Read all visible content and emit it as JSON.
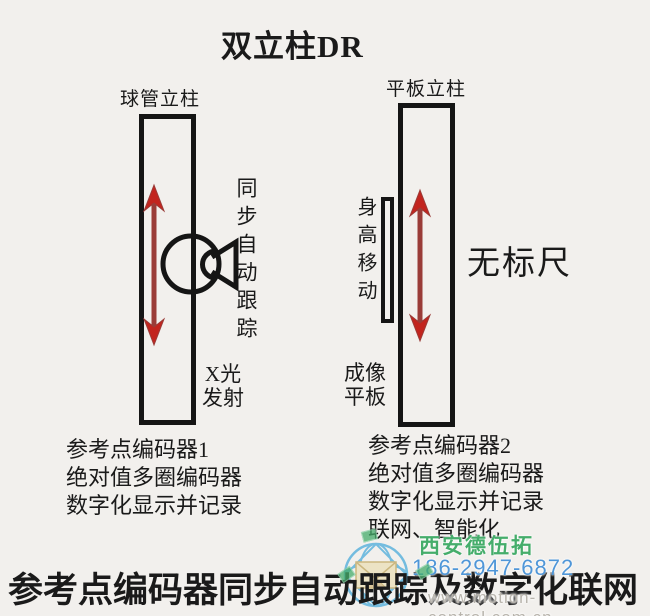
{
  "header": {
    "title": "双立柱DR"
  },
  "left_column": {
    "label": "球管立柱",
    "sync_label": "同步自动跟踪",
    "xray_lines": [
      "X光",
      "发射"
    ],
    "encoder_lines": [
      "参考点编码器1",
      "绝对值多圈编码器",
      "数字化显示并记录"
    ]
  },
  "right_column": {
    "label": "平板立柱",
    "height_label": "身高移动",
    "no_ruler_label": "无标尺",
    "panel_lines": [
      "成像",
      "平板"
    ],
    "encoder_lines": [
      "参考点编码器2",
      "绝对值多圈编码器",
      "数字化显示并记录",
      "联网、智能化"
    ]
  },
  "footer": {
    "title": "参考点编码器同步自动跟踪及数字化联网"
  },
  "watermark": {
    "company": "西安德伍拓",
    "phone": "186-2947-6872",
    "website": "www.motion-control.com.cn"
  },
  "colors": {
    "background": "#f2f0ed",
    "ink": "#151515",
    "arrow_shaft": "#9a3c38",
    "arrow_head": "#c2241e",
    "watermark_green": "#45ad6b",
    "watermark_blue": "#4f96d8",
    "watermark_gray": "#b8b4ac",
    "globe_blue": "#74bcdf"
  }
}
